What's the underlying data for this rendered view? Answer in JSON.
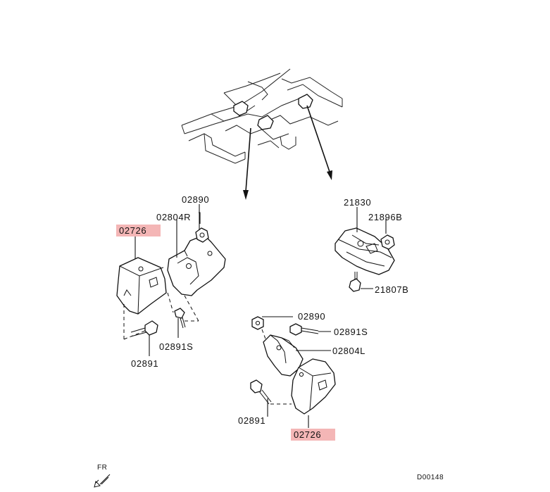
{
  "labels": {
    "l1": "02890",
    "l2": "02804R",
    "l3": "02726",
    "l4": "02891S",
    "l5": "02891",
    "l6": "21830",
    "l7": "21896B",
    "l8": "21807B",
    "l9": "02890",
    "l10": "02891S",
    "l11": "02804L",
    "l12": "02891",
    "l13": "02726"
  },
  "highlight_color": "#f4b6b6",
  "fr_label": "FR",
  "diagram_code": "D00148"
}
